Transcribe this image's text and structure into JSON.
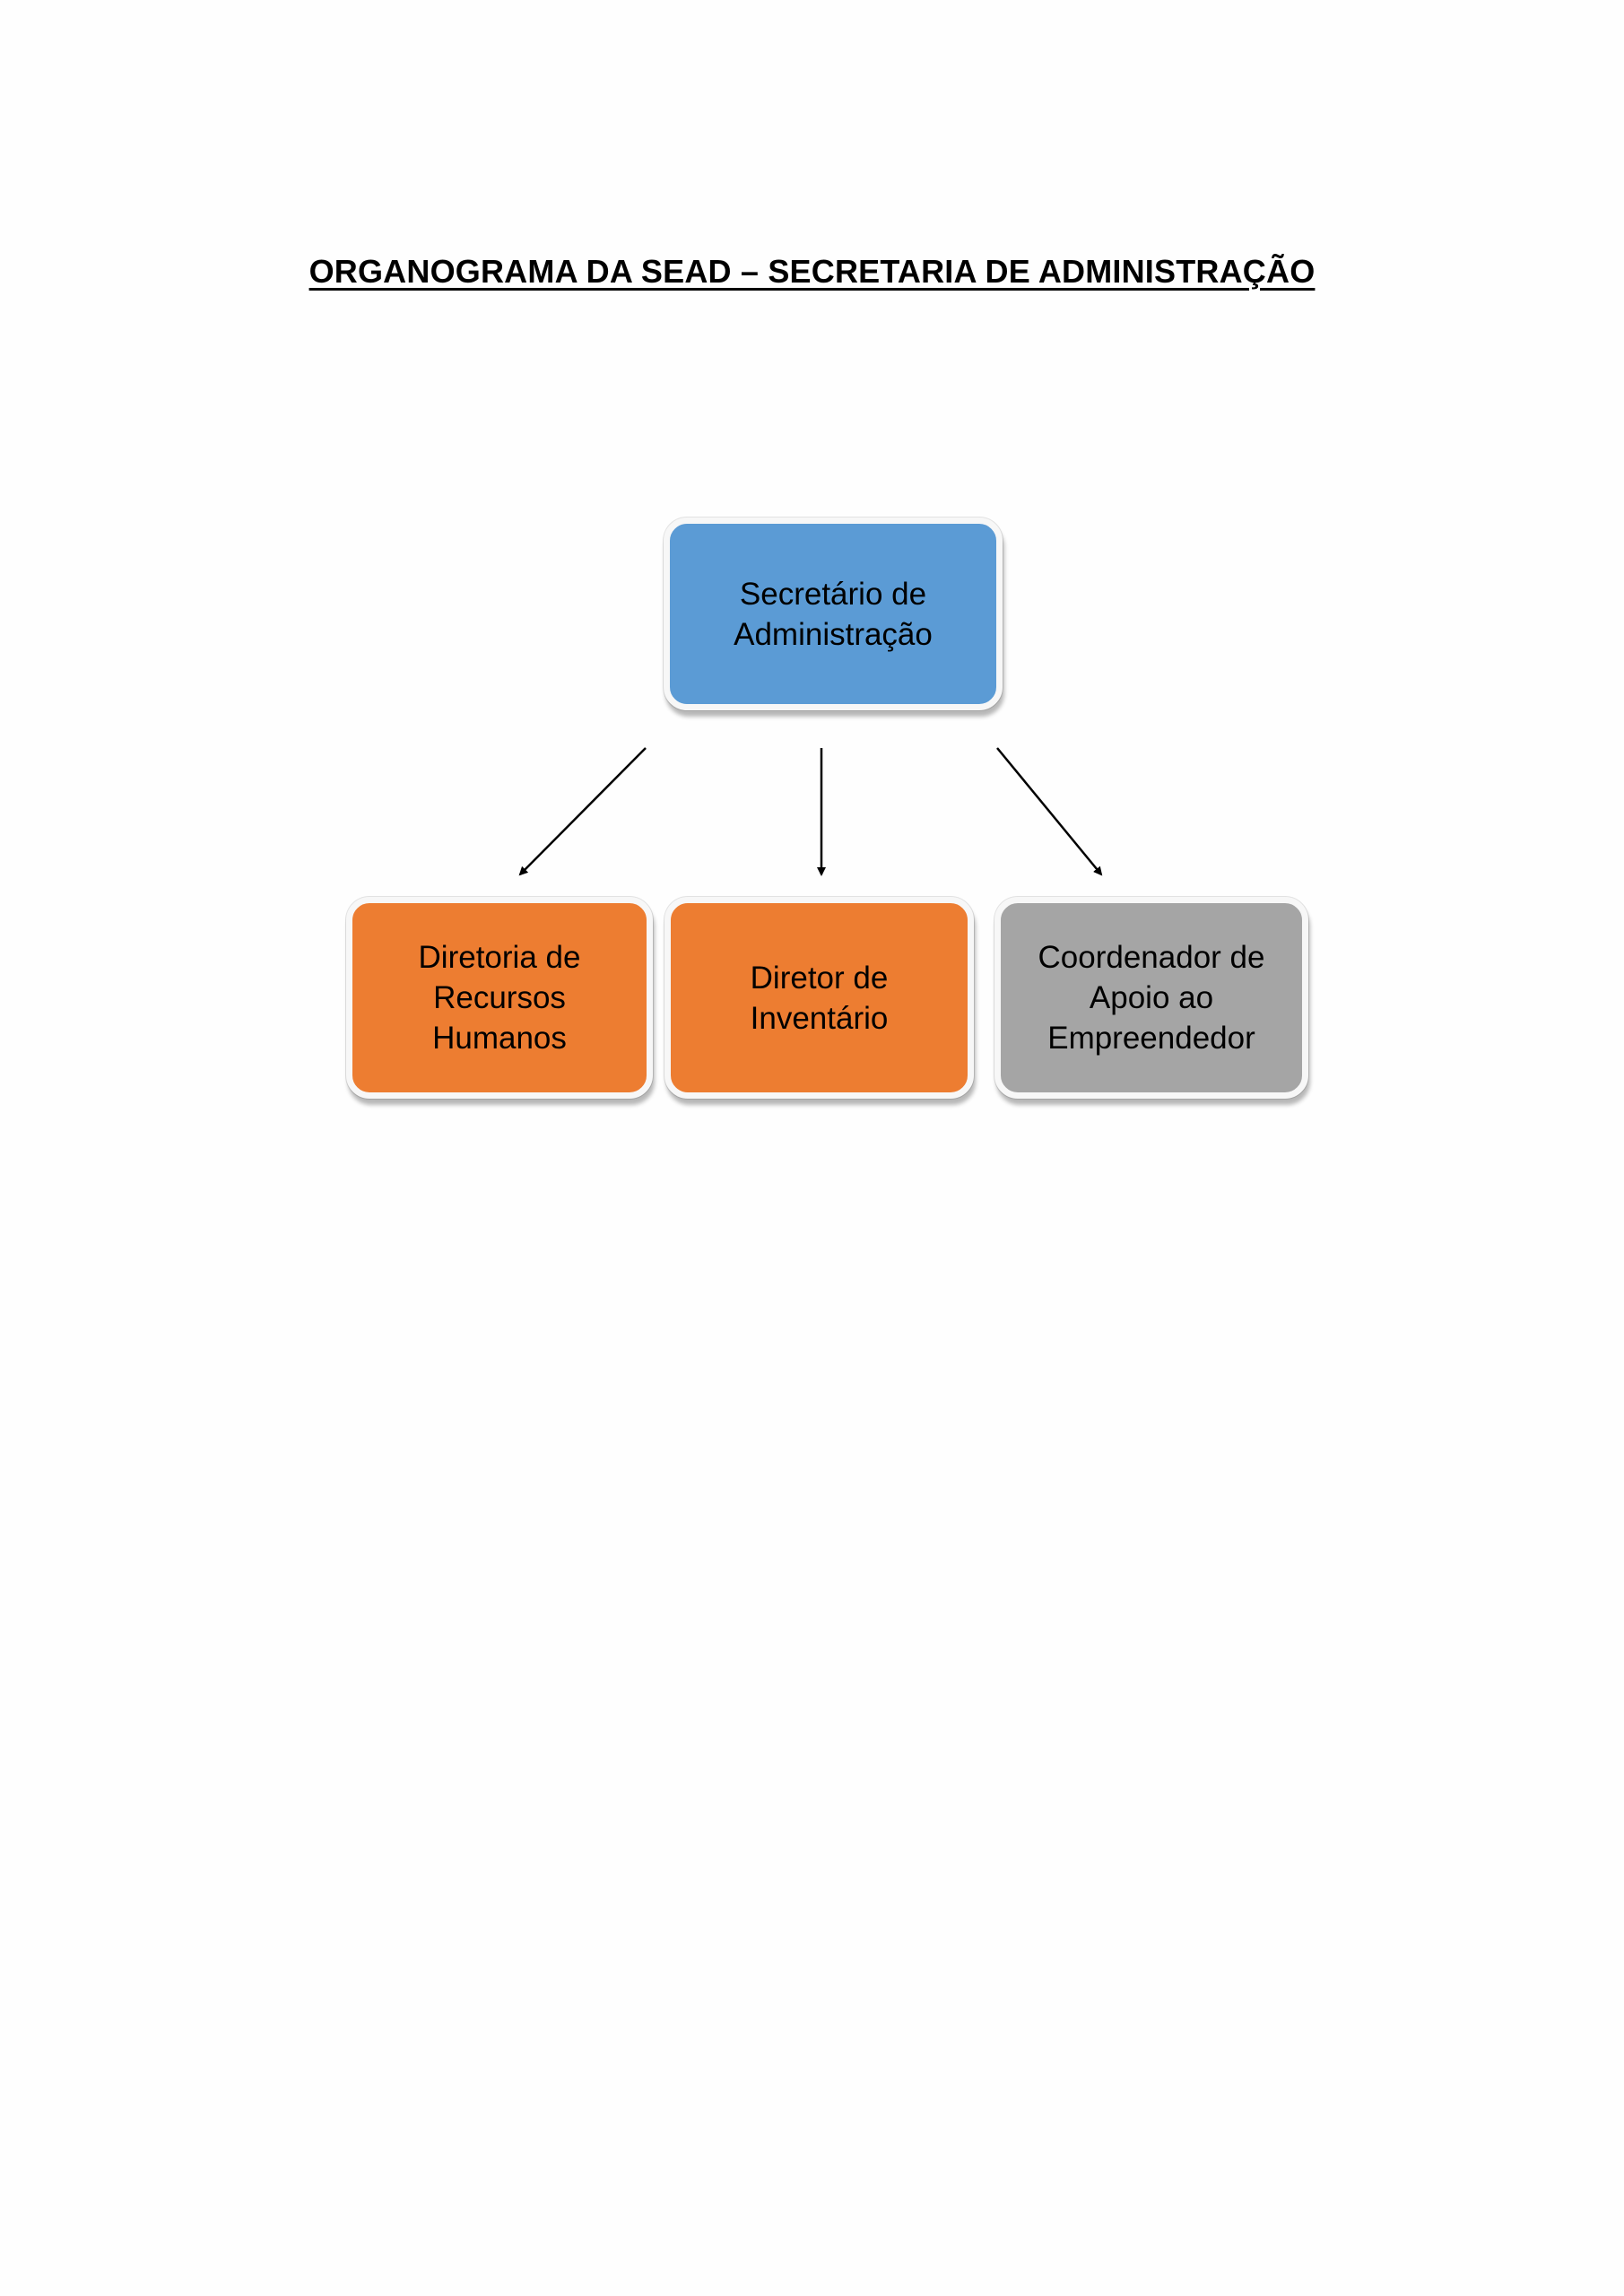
{
  "title": "ORGANOGRAMA DA SEAD – SECRETARIA DE ADMINISTRAÇÃO",
  "colors": {
    "root": "#5b9bd5",
    "rh": "#ed7d31",
    "inventario": "#ed7d31",
    "coordenador": "#a5a5a5",
    "background": "#fefefe"
  },
  "nodes": {
    "root": {
      "label": "Secretário de\nAdministração"
    },
    "rh": {
      "label": "Diretoria de\nRecursos\nHumanos"
    },
    "inventario": {
      "label": "Diretor de\nInventário"
    },
    "coordenador": {
      "label": "Coordenador de\nApoio ao\nEmpreendedor"
    }
  },
  "edges": [
    {
      "from": "root",
      "to": "rh"
    },
    {
      "from": "root",
      "to": "inventario"
    },
    {
      "from": "root",
      "to": "coordenador"
    }
  ]
}
